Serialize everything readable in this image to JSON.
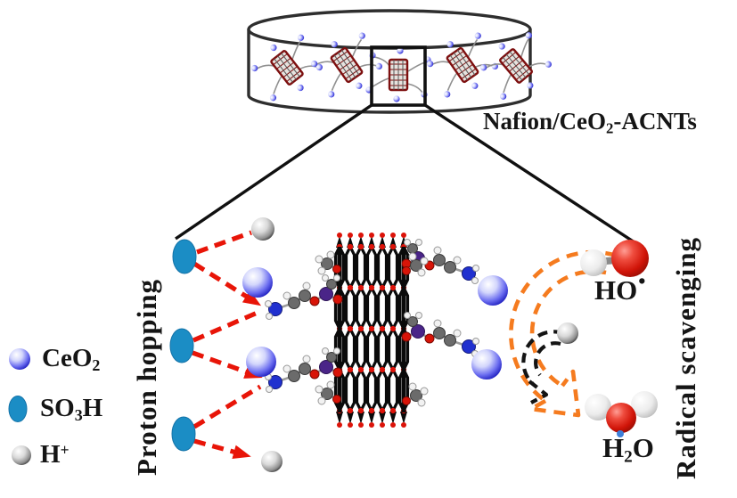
{
  "labels": {
    "nafion": {
      "pre": "Nafion/CeO",
      "sub": "2",
      "post": "-ACNTs"
    },
    "proton": "Proton hopping",
    "radical": "Radical scavenging",
    "ho": {
      "pre": "HO",
      "sup": "•"
    },
    "h2o": {
      "pre": "H",
      "sub": "2",
      "post": "O"
    }
  },
  "legend": {
    "ceo2": {
      "pre": "CeO",
      "sub": "2"
    },
    "so3h": {
      "pre": "SO",
      "sub": "3",
      "post": "H"
    },
    "hplus": {
      "pre": "H",
      "sup": "+"
    }
  },
  "colors": {
    "so3h_blue": "#1b8dc5",
    "proton_arrow_red": "#e81508",
    "scavenging_arrow_orange": "#f57b1f",
    "hplus_arrow_black": "#141414",
    "ceo2_sphere_blue": "#2020c0",
    "tube_oxygen_red": "#dc1309",
    "nitrogen_blue": "#2030cf",
    "sulfur_purple": "#4a2588"
  }
}
